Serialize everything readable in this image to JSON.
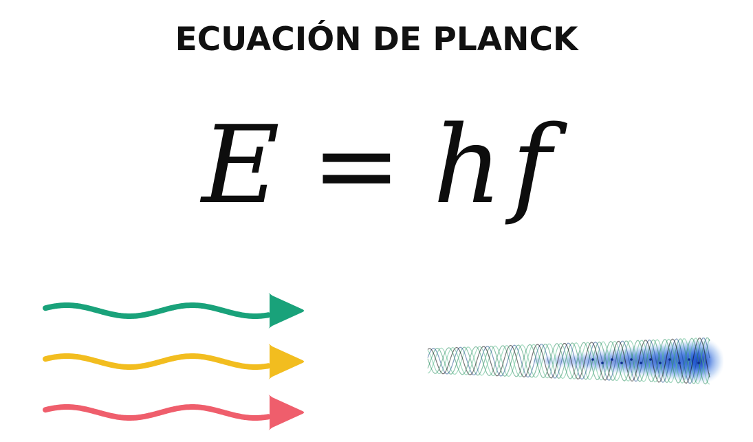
{
  "title": "ECUACIÓN DE PLANCK",
  "equation": {
    "lhs": "E",
    "operator": "=",
    "rhs_1": "h",
    "rhs_2": "f"
  },
  "waves": [
    {
      "color": "#19a27a"
    },
    {
      "color": "#f2bd1f"
    },
    {
      "color": "#ef5e6c"
    }
  ],
  "photon": {
    "strand_colors": [
      "#58b98a",
      "#2e8f63",
      "#1a4d8a",
      "#0a0a0a"
    ],
    "glow_color": "#1b58d6"
  }
}
